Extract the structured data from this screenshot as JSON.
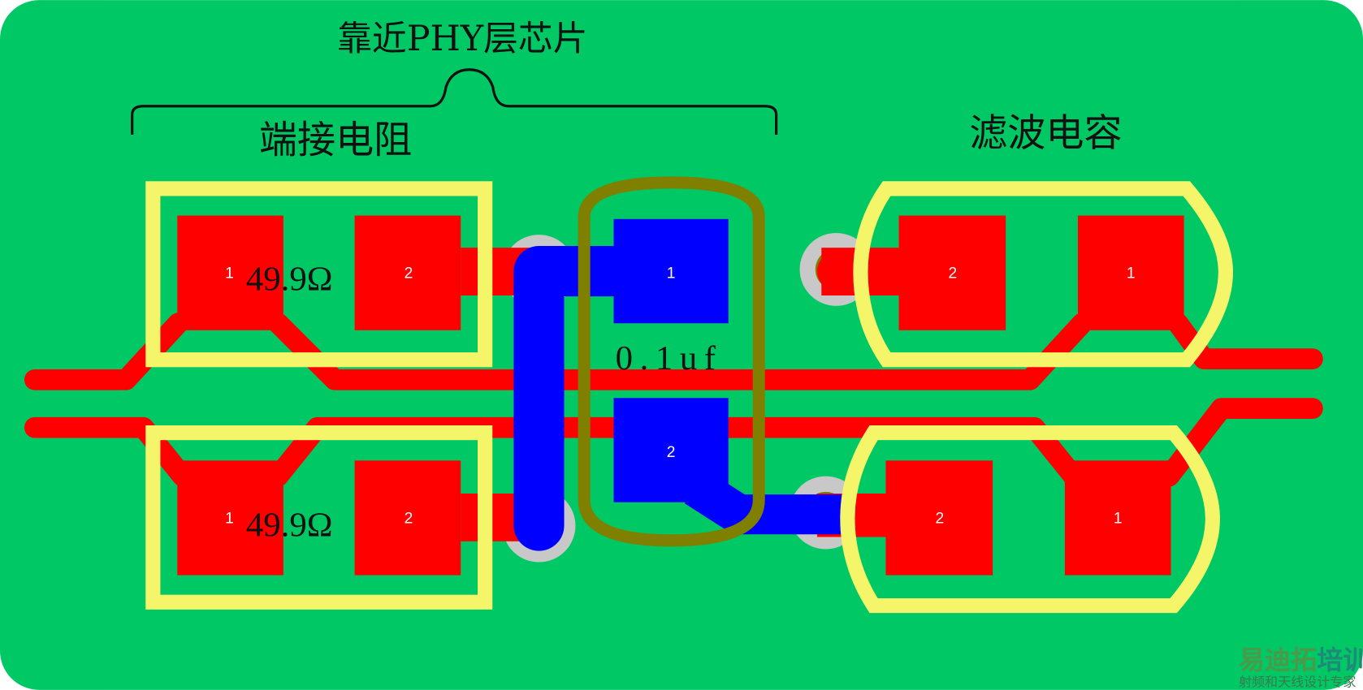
{
  "labels": {
    "top_title": "靠近PHY层芯片",
    "left_group": "端接电阻",
    "right_group": "滤波电容",
    "resistor_top_value": "49.9Ω",
    "resistor_bottom_value": "49.9Ω",
    "capacitor_value": "0.1uf"
  },
  "pins": {
    "one": "1",
    "two": "2"
  },
  "watermark": {
    "brand_a": "易迪拓",
    "brand_b": "培训",
    "tagline": "射频和天线设计专家"
  },
  "colors": {
    "board": "#00c864",
    "top_copper": "#ff0000",
    "bottom_copper": "#0000ff",
    "silkscreen": "#f5f56a",
    "cap_outline": "#7f7f00",
    "via": "#c8c8c8"
  }
}
